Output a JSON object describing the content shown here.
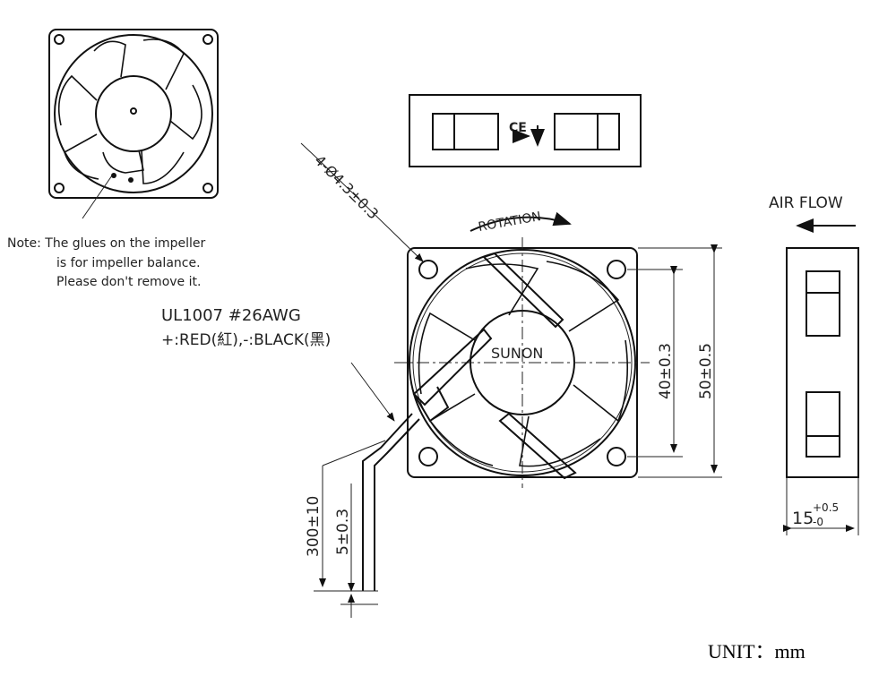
{
  "note": {
    "line1": "Note: The glues on the impeller",
    "line2": "is for impeller balance.",
    "line3": "Please don't remove it."
  },
  "front": {
    "hole_callout": "4-Ø4.3±0.3",
    "rotation": "ROTATION",
    "brand": "SUNON",
    "dim_40": "40±0.3",
    "dim_50": "50±0.5"
  },
  "wire": {
    "spec": "UL1007 #26AWG",
    "colors": "+:RED(紅),-:BLACK(黑)",
    "dim_300": "300±10",
    "dim_5": "5±0.3"
  },
  "side": {
    "airflow": "AIR FLOW",
    "thickness": "15",
    "tol_plus": "+0.5",
    "tol_minus": "-0"
  },
  "unit": "UNIT：mm"
}
